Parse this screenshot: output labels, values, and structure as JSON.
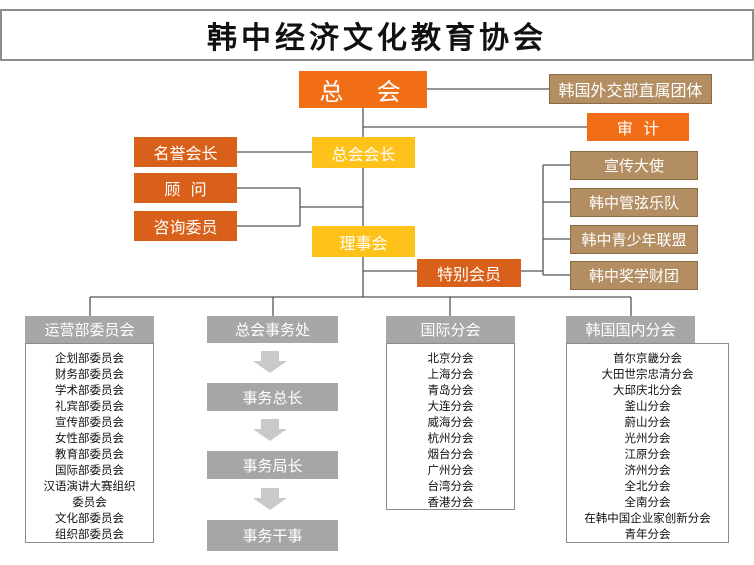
{
  "title": "韩中经济文化教育协会",
  "top": {
    "general_assembly": "总  会",
    "affiliated": "韩国外交部直属团体",
    "audit": "审  计",
    "president": "总会会长",
    "honorary_president": "名誉会长",
    "advisor": "顾  问",
    "consulting_committee": "咨询委员",
    "board": "理事会",
    "special_member": "特别会员"
  },
  "right_groups": [
    "宣传大使",
    "韩中管弦乐队",
    "韩中青少年联盟",
    "韩中奖学财团"
  ],
  "departments": {
    "operations": {
      "title": "运营部委员会",
      "items": [
        "企划部委员会",
        "财务部委员会",
        "学术部委员会",
        "礼宾部委员会",
        "宣传部委员会",
        "女性部委员会",
        "教育部委员会",
        "国际部委员会",
        "汉语演讲大赛组织",
        "委员会",
        "文化部委员会",
        "组织部委员会"
      ]
    },
    "secretariat": {
      "title": "总会事务处",
      "steps": [
        "事务总长",
        "事务局长",
        "事务干事"
      ]
    },
    "international": {
      "title": "国际分会",
      "items": [
        "北京分会",
        "上海分会",
        "青岛分会",
        "大连分会",
        "威海分会",
        "杭州分会",
        "烟台分会",
        "广州分会",
        "台湾分会",
        "香港分会"
      ]
    },
    "domestic": {
      "title": "韩国国内分会",
      "items": [
        "首尔京畿分会",
        "大田世宗忠清分会",
        "大邱庆北分会",
        "釜山分会",
        "蔚山分会",
        "光州分会",
        "江原分会",
        "济州分会",
        "全北分会",
        "全南分会",
        "在韩中国企业家创新分会",
        "青年分会"
      ]
    }
  },
  "colors": {
    "orange": "#f26e16",
    "yellow": "#ffc21a",
    "tan": "#b38e63",
    "gray": "#a7a7a7"
  }
}
